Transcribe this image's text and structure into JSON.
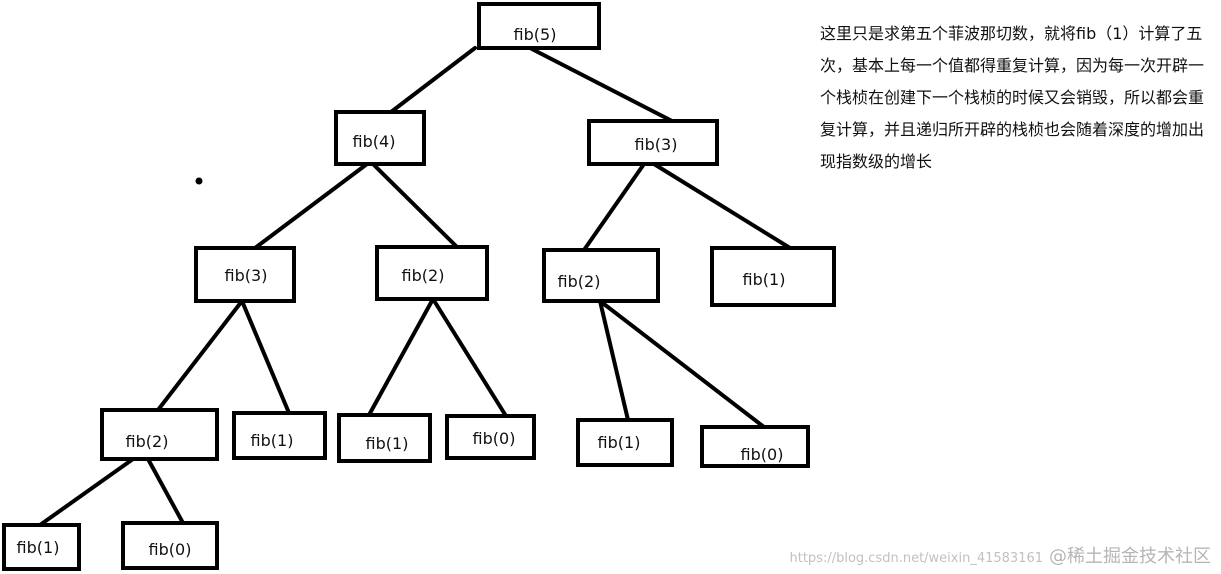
{
  "diagram": {
    "nodes": [
      {
        "id": "n5",
        "label": "fib(5)"
      },
      {
        "id": "n4",
        "label": "fib(4)"
      },
      {
        "id": "n3a",
        "label": "fib(3)"
      },
      {
        "id": "n3b",
        "label": "fib(3)"
      },
      {
        "id": "n2a",
        "label": "fib(2)"
      },
      {
        "id": "n2b",
        "label": "fib(2)"
      },
      {
        "id": "n1a",
        "label": "fib(1)"
      },
      {
        "id": "n2c",
        "label": "fib(2)"
      },
      {
        "id": "n1b",
        "label": "fib(1)"
      },
      {
        "id": "n1c",
        "label": "fib(1)"
      },
      {
        "id": "n0a",
        "label": "fib(0)"
      },
      {
        "id": "n1d",
        "label": "fib(1)"
      },
      {
        "id": "n0b",
        "label": "fib(0)"
      },
      {
        "id": "n1e",
        "label": "fib(1)"
      },
      {
        "id": "n0c",
        "label": "fib(0)"
      }
    ],
    "edges": [
      {
        "from": "n5",
        "to": "n4"
      },
      {
        "from": "n5",
        "to": "n3b"
      },
      {
        "from": "n4",
        "to": "n3a"
      },
      {
        "from": "n4",
        "to": "n2b"
      },
      {
        "from": "n3b",
        "to": "n2c"
      },
      {
        "from": "n3b",
        "to": "n1a"
      },
      {
        "from": "n3a",
        "to": "n2a"
      },
      {
        "from": "n3a",
        "to": "n1b"
      },
      {
        "from": "n2b",
        "to": "n1c"
      },
      {
        "from": "n2b",
        "to": "n0a"
      },
      {
        "from": "n2c",
        "to": "n1d"
      },
      {
        "from": "n2c",
        "to": "n0b"
      },
      {
        "from": "n2a",
        "to": "n1e"
      },
      {
        "from": "n2a",
        "to": "n0c"
      }
    ]
  },
  "note": {
    "text": "这里只是求第五个菲波那切数，就将fib（1）计算了五次，基本上每一个值都得重复计算，因为每一次开辟一个栈桢在创建下一个栈桢的时候又会销毁，所以都会重复计算，并且递归所开辟的栈桢也会随着深度的增加出现指数级的增长"
  },
  "watermark": {
    "url": "https://blog.csdn.net/weixin_41583161",
    "brand": "@稀土掘金技术社区"
  }
}
